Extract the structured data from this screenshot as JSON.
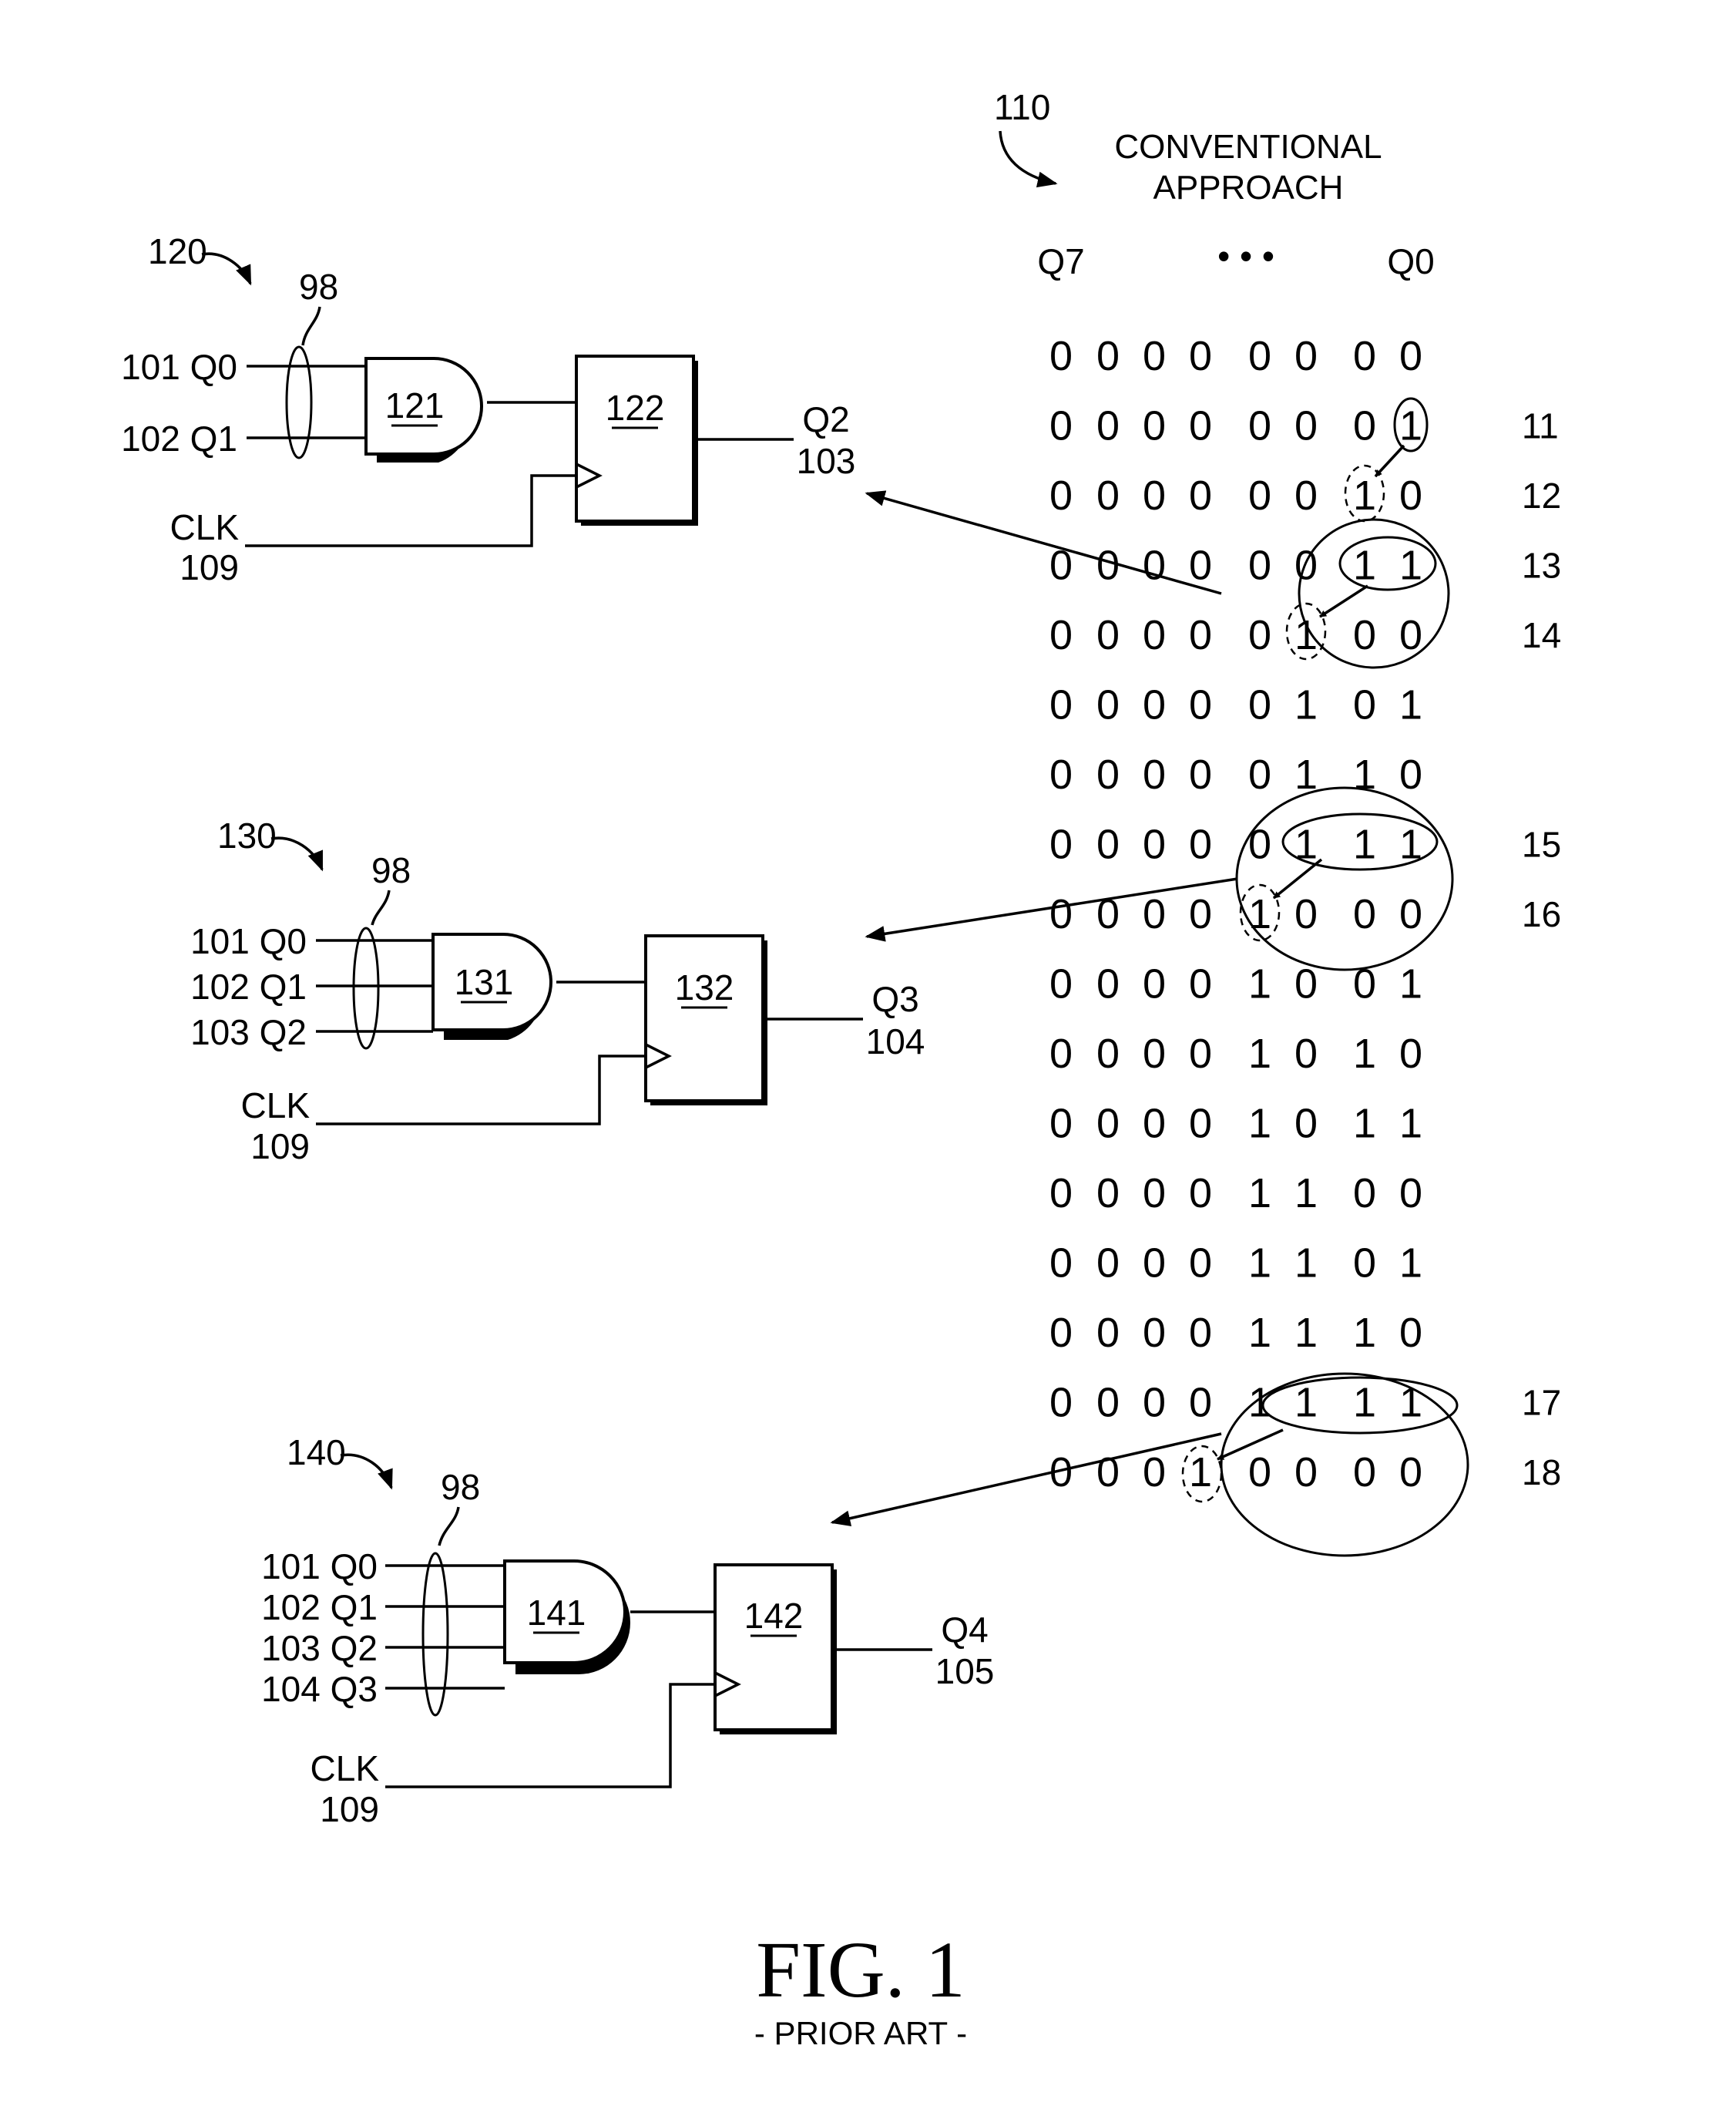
{
  "figure": {
    "title": "FIG. 1",
    "subtitle": "- PRIOR ART -"
  },
  "table": {
    "ref": "110",
    "heading_line1": "CONVENTIONAL",
    "heading_line2": "APPROACH",
    "col_left": "Q7",
    "col_dots": "• • •",
    "col_right": "Q0",
    "rows": [
      "00000000",
      "00000001",
      "00000010",
      "00000011",
      "00000100",
      "00000101",
      "00000110",
      "00000111",
      "00001000",
      "00001001",
      "00001010",
      "00001011",
      "00001100",
      "00001101",
      "00001110",
      "00001111",
      "00010000"
    ],
    "row_refs": [
      {
        "row": 1,
        "label": "11"
      },
      {
        "row": 2,
        "label": "12"
      },
      {
        "row": 3,
        "label": "13"
      },
      {
        "row": 4,
        "label": "14"
      },
      {
        "row": 7,
        "label": "15"
      },
      {
        "row": 8,
        "label": "16"
      },
      {
        "row": 15,
        "label": "17"
      },
      {
        "row": 16,
        "label": "18"
      }
    ]
  },
  "circuits": [
    {
      "ref": "120",
      "bus": "98",
      "inputs": [
        "101 Q0",
        "102 Q1"
      ],
      "gate": "121",
      "flipflop": "122",
      "output_name": "Q2",
      "output_ref": "103",
      "clk_label": "CLK",
      "clk_ref": "109"
    },
    {
      "ref": "130",
      "bus": "98",
      "inputs": [
        "101 Q0",
        "102 Q1",
        "103 Q2"
      ],
      "gate": "131",
      "flipflop": "132",
      "output_name": "Q3",
      "output_ref": "104",
      "clk_label": "CLK",
      "clk_ref": "109"
    },
    {
      "ref": "140",
      "bus": "98",
      "inputs": [
        "101 Q0",
        "102 Q1",
        "103 Q2",
        "104 Q3"
      ],
      "gate": "141",
      "flipflop": "142",
      "output_name": "Q4",
      "output_ref": "105",
      "clk_label": "CLK",
      "clk_ref": "109"
    }
  ]
}
